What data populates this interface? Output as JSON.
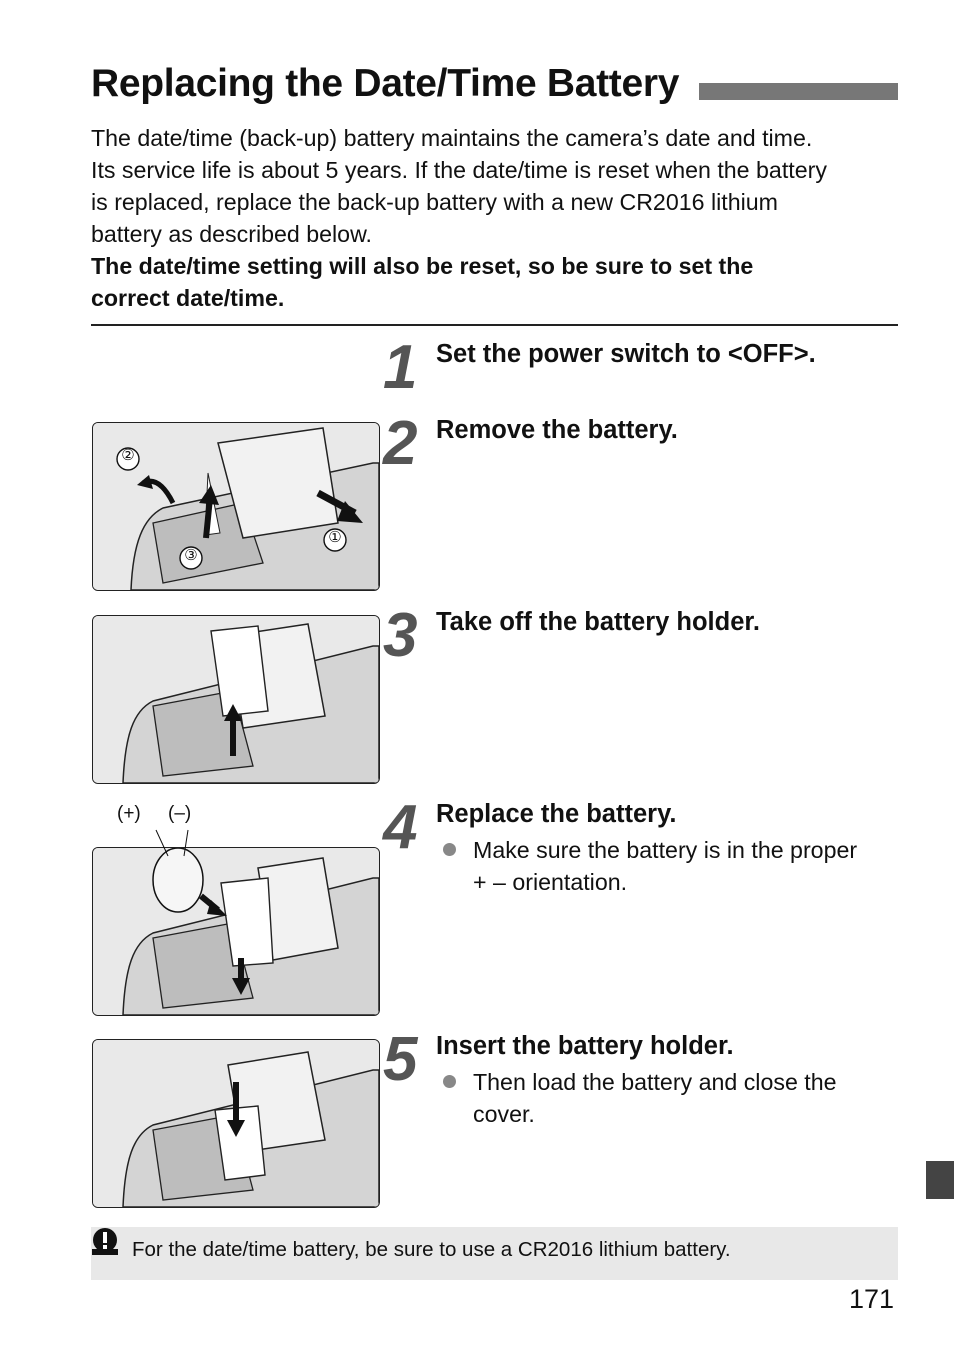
{
  "title": "Replacing the Date/Time Battery",
  "intro": [
    "The date/time (back-up) battery maintains the camera’s date and time.",
    "Its service life is about 5 years. If the date/time is reset when the battery",
    "is replaced, replace the back-up battery with a new CR2016 lithium",
    "battery as described below."
  ],
  "warning": [
    "The date/time setting will also be reset, so be sure to set the",
    "correct date/time."
  ],
  "steps": [
    {
      "number": "1",
      "heading": "Set the power switch to <OFF>."
    },
    {
      "number": "2",
      "heading": "Remove the battery."
    },
    {
      "number": "3",
      "heading": "Take off the battery holder."
    },
    {
      "number": "4",
      "heading": "Replace the battery.",
      "bullet": [
        "Make sure the battery is in the proper",
        "+ – orientation."
      ]
    },
    {
      "number": "5",
      "heading": "Insert the battery holder.",
      "bullet": [
        "Then load the battery and close the",
        "cover."
      ]
    }
  ],
  "figure_callouts": {
    "fig2": [
      "①",
      "②",
      "③"
    ]
  },
  "polarity_labels": {
    "plus": "(+)",
    "minus": "(–)"
  },
  "caution": "For the date/time battery, be sure to use a CR2016 lithium battery.",
  "page_number": "171",
  "colors": {
    "title_bar": "#777777",
    "step_number": "#555555",
    "caution_bg": "#e8e8e8",
    "side_tab": "#444444"
  }
}
